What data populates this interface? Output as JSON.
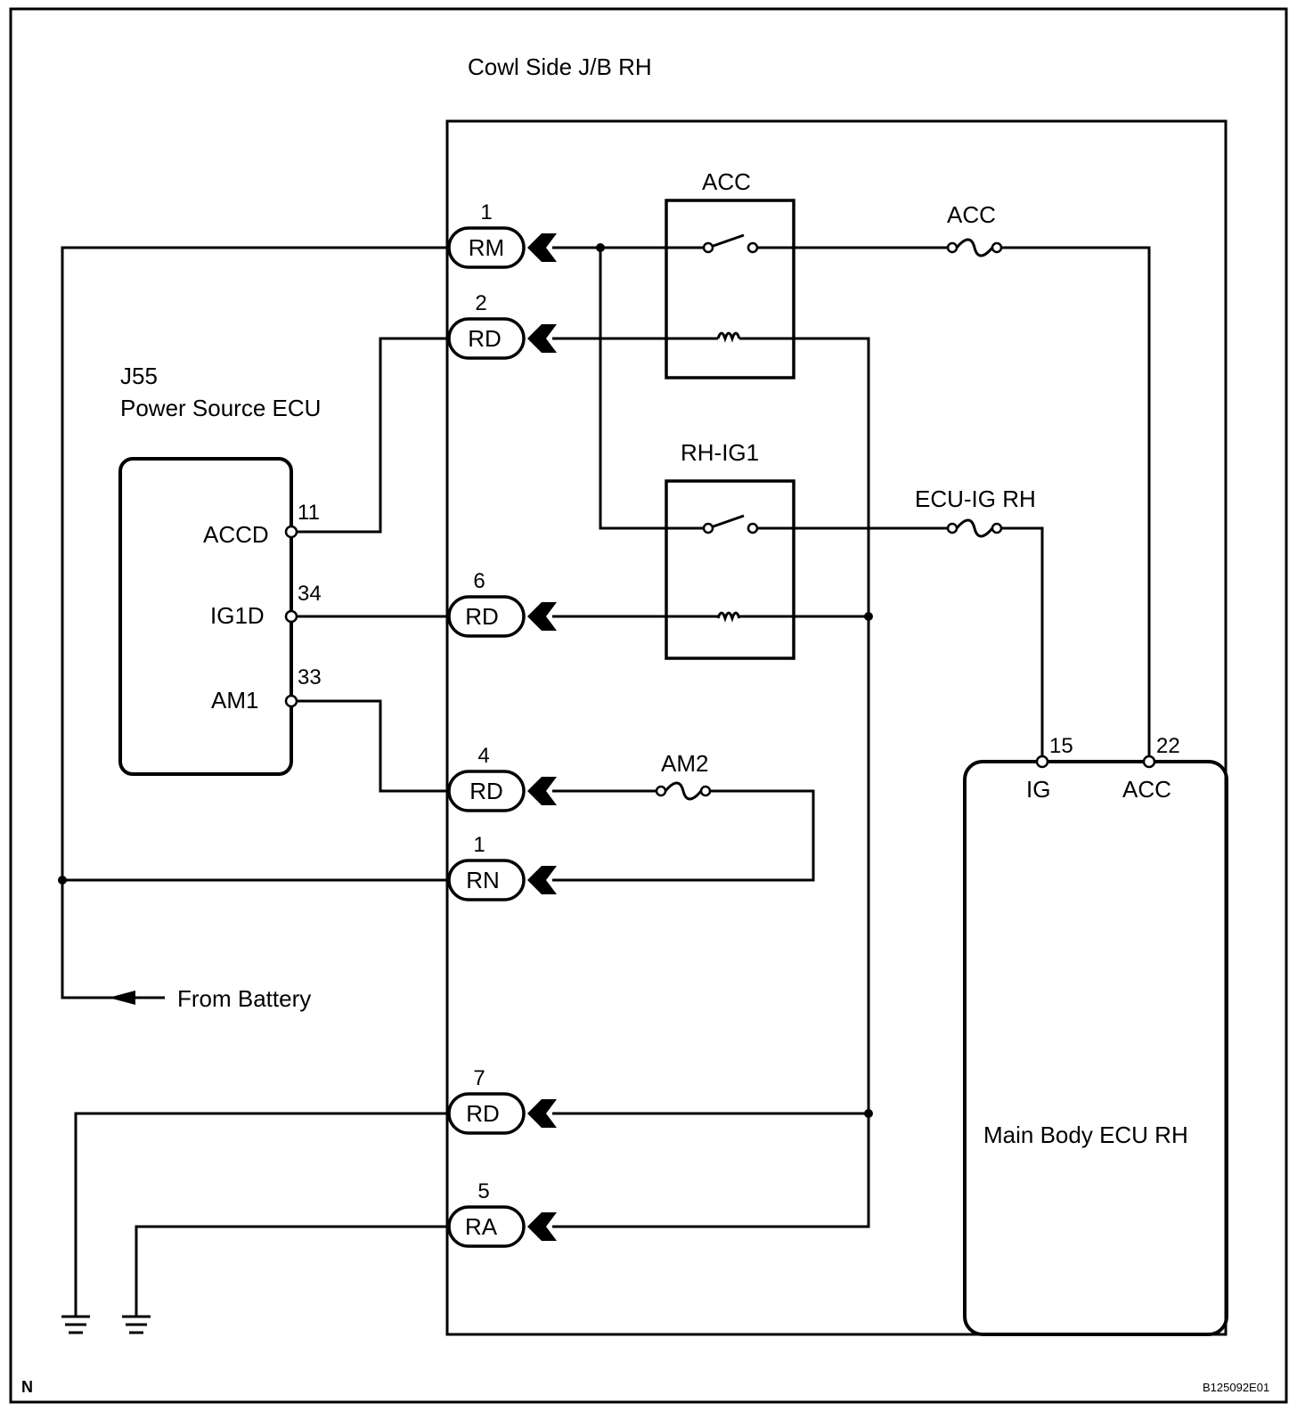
{
  "title": "Cowl Side J/B RH",
  "ecu_power": {
    "id": "J55",
    "name": "Power Source ECU",
    "pins": [
      {
        "num": "11",
        "label": "ACCD"
      },
      {
        "num": "34",
        "label": "IG1D"
      },
      {
        "num": "33",
        "label": "AM1"
      }
    ]
  },
  "connectors": [
    {
      "num": "1",
      "label": "RM"
    },
    {
      "num": "2",
      "label": "RD"
    },
    {
      "num": "6",
      "label": "RD"
    },
    {
      "num": "4",
      "label": "RD"
    },
    {
      "num": "1",
      "label": "RN"
    },
    {
      "num": "7",
      "label": "RD"
    },
    {
      "num": "5",
      "label": "RA"
    }
  ],
  "relays": [
    {
      "label": "ACC"
    },
    {
      "label": "RH-IG1"
    }
  ],
  "fuses": [
    {
      "label": "ACC"
    },
    {
      "label": "ECU-IG RH"
    },
    {
      "label": "AM2"
    }
  ],
  "ecu_body": {
    "name": "Main Body ECU RH",
    "pins": [
      {
        "num": "15",
        "label": "IG"
      },
      {
        "num": "22",
        "label": "ACC"
      }
    ]
  },
  "battery_label": "From Battery",
  "corner_left": "N",
  "corner_right": "B125092E01"
}
